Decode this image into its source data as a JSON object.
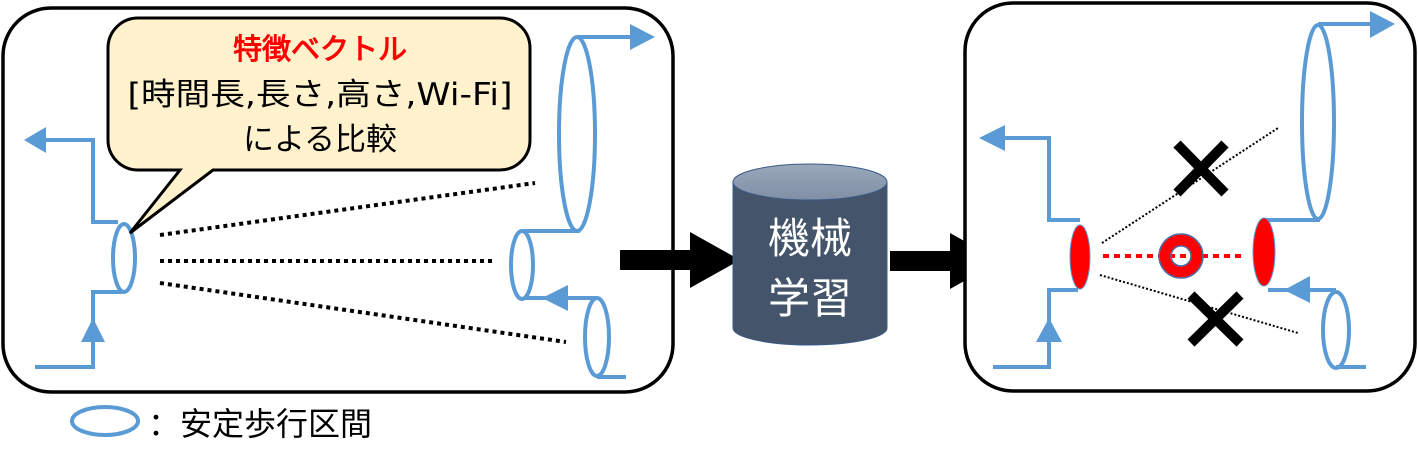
{
  "callout": {
    "title": "特徴ベクトル",
    "line2": "[時間長,長さ,高さ,Wi-Fi]",
    "line3": "による比較"
  },
  "database": {
    "line1": "機械",
    "line2": "学習"
  },
  "legend": {
    "label": "：安定歩行区間"
  },
  "marks": {
    "match": "○",
    "mismatch": "×"
  },
  "colors": {
    "path_blue": "#5b9bd5",
    "highlight_red": "#ff0000",
    "callout_fill": "#fff2cc",
    "cylinder_body": "#44546a",
    "cylinder_top": "#8497b0"
  }
}
